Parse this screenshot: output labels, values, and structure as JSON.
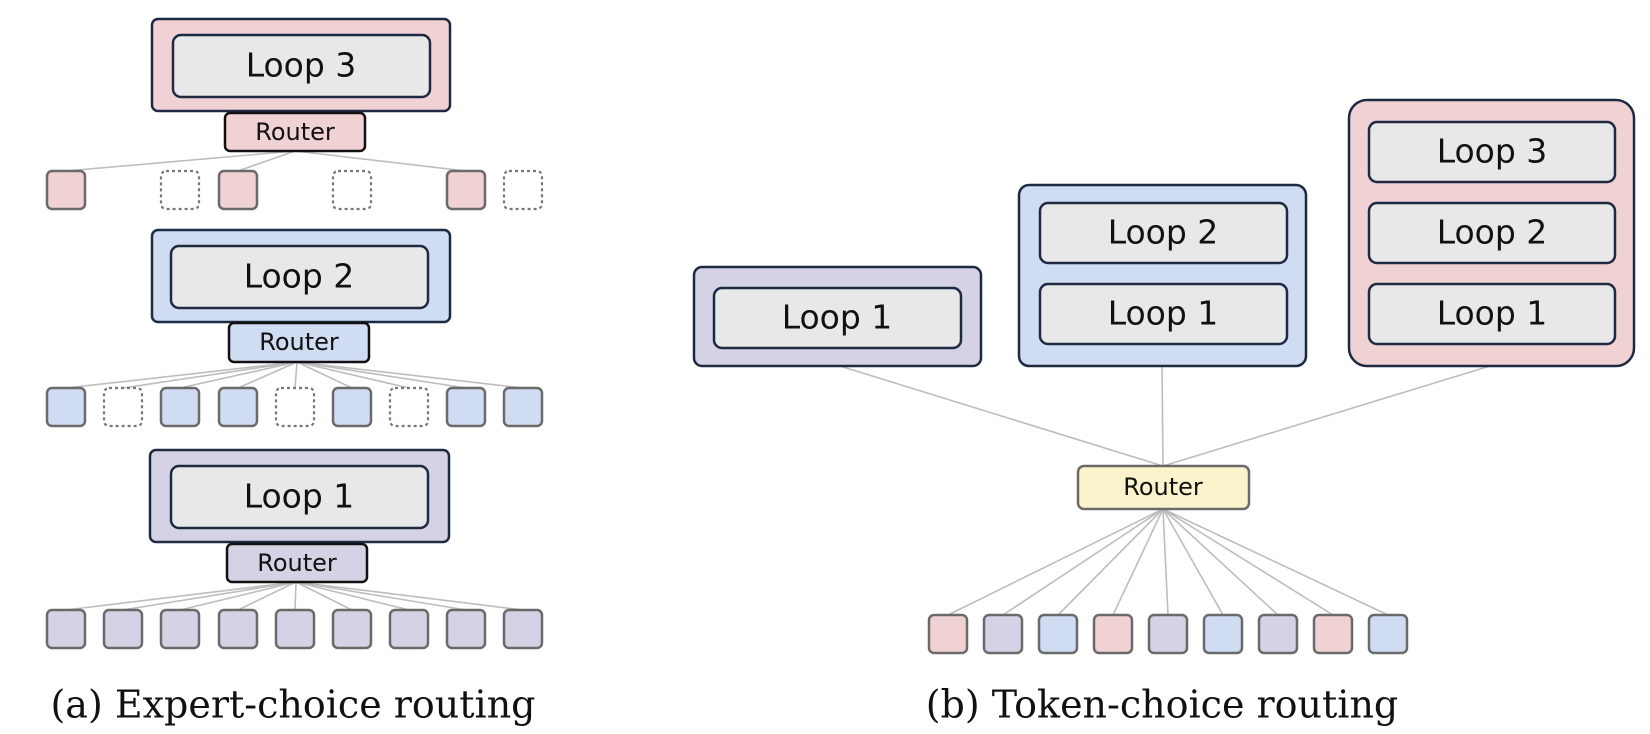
{
  "colors": {
    "loop3": "#f1d2d4",
    "loop2": "#cfdcf1",
    "loop1": "#d6d2e5",
    "inner": "#e8e8e8",
    "router_b": "#fbf3cc",
    "outline_dark": "#1e2a42",
    "token_outline": "#6a6a6a",
    "line": "#bdbdbd"
  },
  "labels": {
    "loop1": "Loop 1",
    "loop2": "Loop 2",
    "loop3": "Loop 3",
    "router": "Router"
  },
  "captions": {
    "a": "(a) Expert-choice routing",
    "b": "(b) Token-choice routing"
  },
  "panel_a": {
    "row_loop3": [
      "loop3",
      "empty",
      "loop3",
      "empty",
      "loop3",
      "empty"
    ],
    "row_loop2": [
      "loop2",
      "empty",
      "loop2",
      "loop2",
      "empty",
      "loop2",
      "empty",
      "loop2",
      "loop2"
    ],
    "row_loop1": [
      "loop1",
      "loop1",
      "loop1",
      "loop1",
      "loop1",
      "loop1",
      "loop1",
      "loop1",
      "loop1"
    ]
  },
  "panel_b": {
    "tokens": [
      "loop3",
      "loop1",
      "loop2",
      "loop3",
      "loop1",
      "loop2",
      "loop1",
      "loop3",
      "loop2"
    ]
  }
}
